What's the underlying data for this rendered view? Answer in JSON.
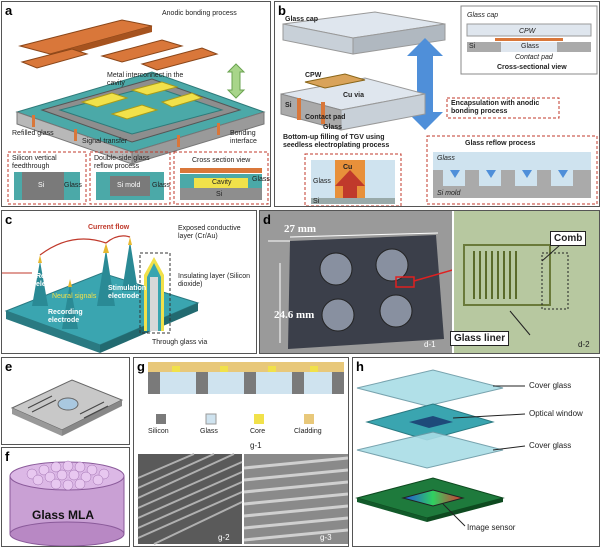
{
  "panels": {
    "a": {
      "label": "a",
      "anodic": "Anodic bonding process",
      "metal": "Metal interconnect in the cavity",
      "refilled": "Refilled glass",
      "signal": "Signal transfer",
      "bonding": "Bonding interface",
      "sub1_title": "Silicon vertical feedthrough",
      "sub1_si": "Si",
      "sub1_glass": "Glass",
      "sub2_title": "Double-side glass reflow process",
      "sub2_si": "Si mold",
      "sub2_glass": "Glass",
      "sub3_title": "Cross section view",
      "sub3_cavity": "Cavity",
      "sub3_glass": "Glass",
      "sub3_si": "Si"
    },
    "b": {
      "label": "b",
      "glasscap": "Glass cap",
      "cpw": "CPW",
      "cuvia": "Cu via",
      "si": "Si",
      "contact": "Contact pad",
      "glass": "Glass",
      "encap": "Encapsulation with anodic bonding process",
      "bottomup": "Bottom-up filling of TGV using seedless electroplating process",
      "cu": "Cu",
      "inset_glass": "Glass",
      "inset_si": "Si",
      "cross_glasscap": "Glass cap",
      "cross_cpw": "CPW",
      "cross_si": "Si",
      "cross_glass": "Glass",
      "cross_contact": "Contact pad",
      "cross_title": "Cross-sectional view",
      "reflow_title": "Glass reflow process",
      "reflow_glass": "Glass",
      "reflow_mold": "Si mold"
    },
    "c": {
      "label": "c",
      "current": "Current flow",
      "return": "Return electrode",
      "neural": "Neural signals",
      "stim": "Stimulation electrode",
      "recording": "Recording electrode",
      "exposed": "Exposed conductive layer (Cr/Au)",
      "insulating": "Insulating layer (Silicon dioxide)",
      "tgv": "Through glass via"
    },
    "d": {
      "label": "d",
      "w": "27 mm",
      "h": "24.6 mm",
      "d1": "d-1",
      "d2": "d-2",
      "comb": "Comb",
      "liner": "Glass liner"
    },
    "e": {
      "label": "e"
    },
    "f": {
      "label": "f",
      "mla": "Glass MLA"
    },
    "g": {
      "label": "g",
      "leg_si": "Silicon",
      "leg_glass": "Glass",
      "leg_core": "Core",
      "leg_clad": "Cladding",
      "g1": "g-1",
      "g2": "g-2",
      "g3": "g-3"
    },
    "h": {
      "label": "h",
      "cover1": "Cover glass",
      "optical": "Optical window",
      "cover2": "Cover glass",
      "sensor": "Image sensor"
    }
  },
  "colors": {
    "si": "#7a7a7a",
    "glass": "#cfe3ef",
    "cu": "#e8903a",
    "pcb": "#1e7a3c",
    "teal": "#3aa5b0",
    "yellow": "#f1e14a",
    "orange": "#d9773a",
    "mla": "#c9a0d4"
  }
}
